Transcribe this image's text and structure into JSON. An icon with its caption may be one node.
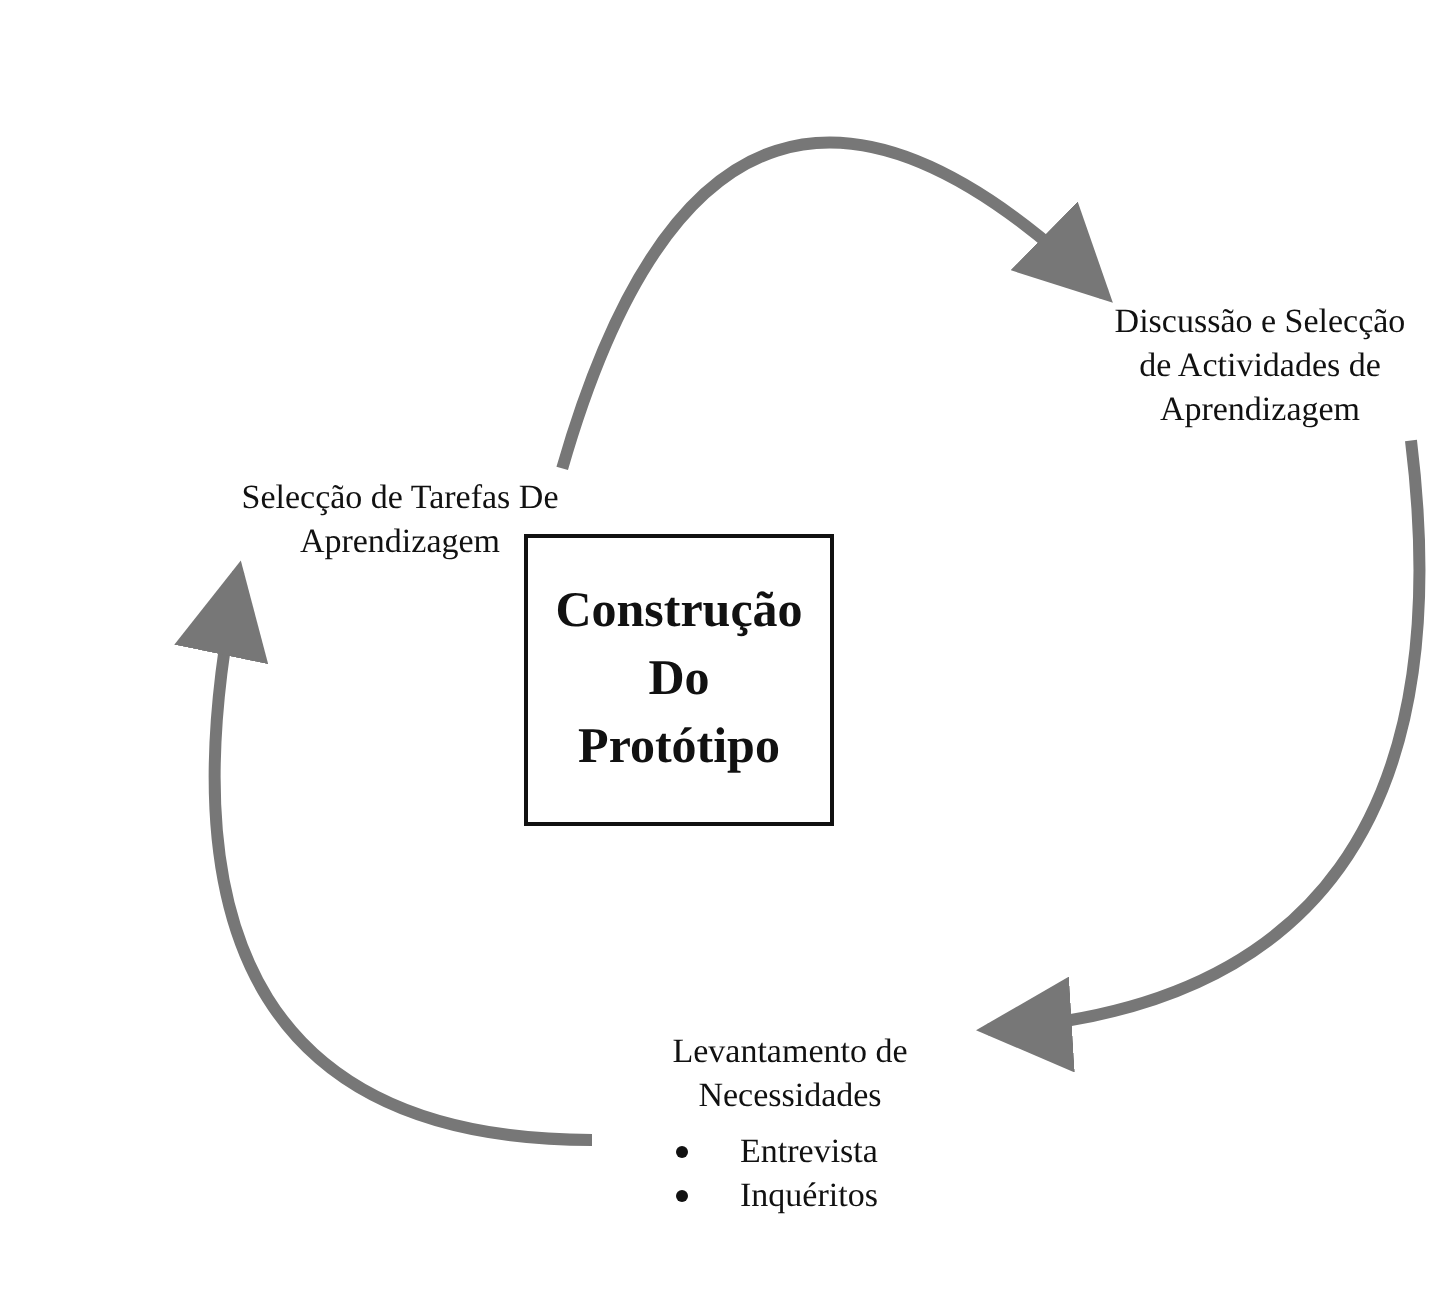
{
  "diagram": {
    "nodes": [
      {
        "text": [
          "Selecção de Tarefas De Aprendizagem"
        ]
      },
      {
        "text": [
          "Discussão e Selecção de Actividades de Aprendizagem"
        ]
      },
      {
        "text": [
          "Levantamento de Necessidades",
          "Entrevista",
          "Inquéritos"
        ]
      },
      {
        "text": [
          "Construção Do Protótipo"
        ]
      }
    ],
    "edges": [
      {
        "from": 0,
        "to": 1,
        "arrow": "to"
      },
      {
        "from": 1,
        "to": 2,
        "arrow": "to"
      },
      {
        "from": 2,
        "to": 0,
        "arrow": "to"
      }
    ]
  }
}
